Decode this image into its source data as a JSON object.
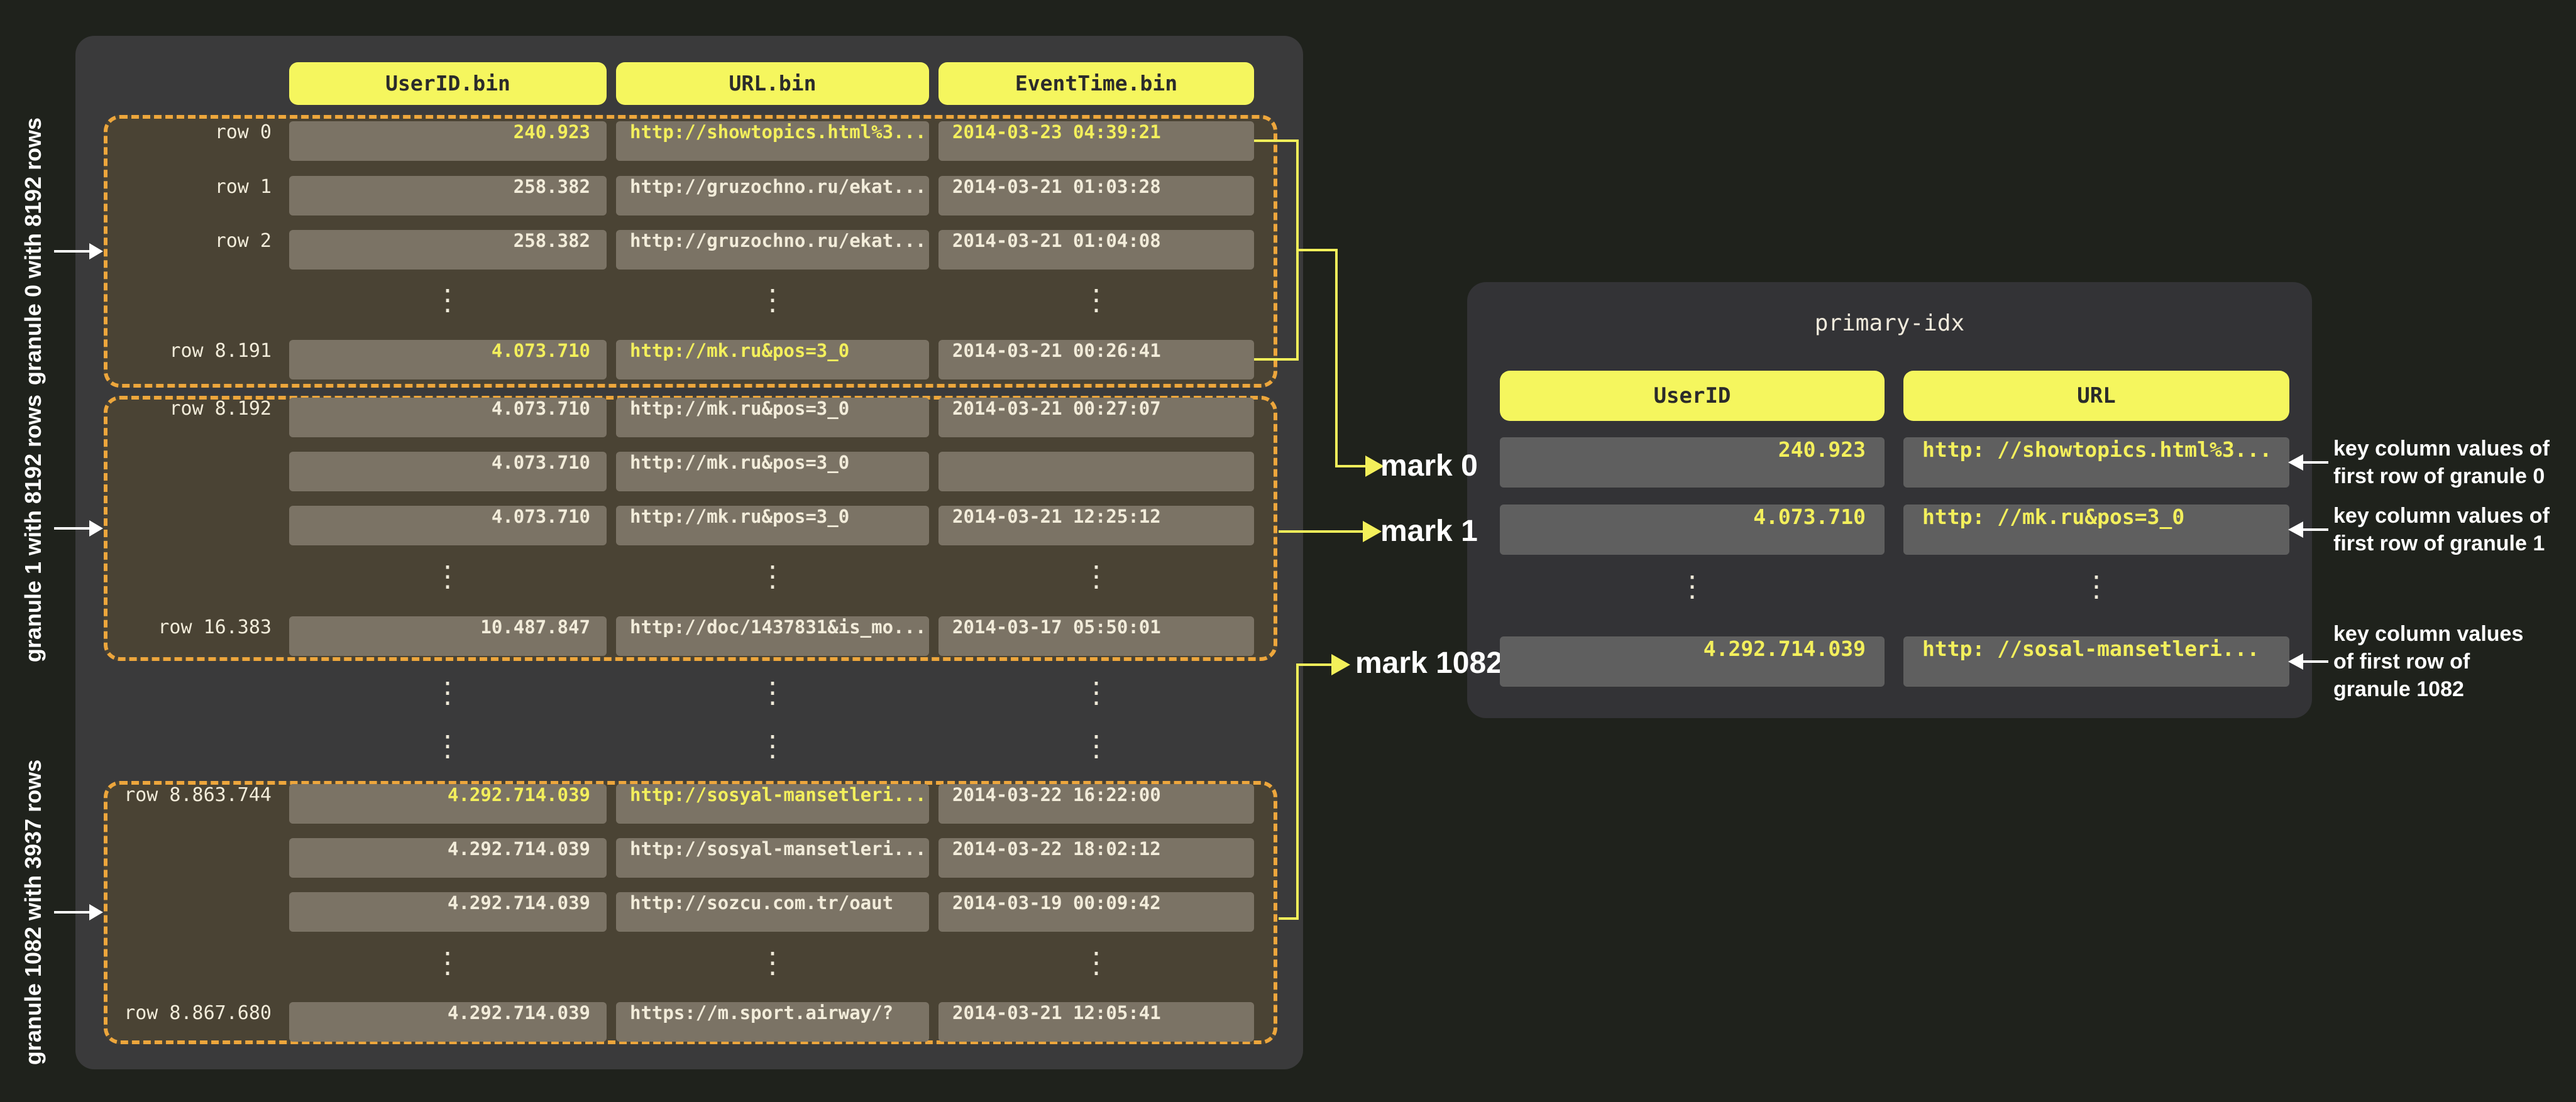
{
  "colors": {
    "background": "#1f221c",
    "panel": "#3a3a3b",
    "index_panel": "#333336",
    "granule_fill": "#4a4334",
    "granule_border": "#eda63c",
    "cell_fill": "#7b7365",
    "index_cell_fill": "#5f5f5f",
    "header_pill": "#f5f65e",
    "key_text": "#f3ef5c",
    "body_text": "#f2ecda",
    "connector": "#f3f05a",
    "annotation_text": "#ffffff"
  },
  "glyphs": {
    "vdots": "⋮"
  },
  "left_table": {
    "headers": [
      "UserID.bin",
      "URL.bin",
      "EventTime.bin"
    ],
    "granules": [
      {
        "side_label": "granule 0 with 8192 rows",
        "rows": [
          {
            "label": "row 0",
            "user_id": "240.923",
            "url": "http://showtopics.html%3...",
            "event_time": "2014-03-23 04:39:21"
          },
          {
            "label": "row 1",
            "user_id": "258.382",
            "url": "http://gruzochno.ru/ekat...",
            "event_time": "2014-03-21 01:03:28"
          },
          {
            "label": "row 2",
            "user_id": "258.382",
            "url": "http://gruzochno.ru/ekat...",
            "event_time": "2014-03-21 01:04:08"
          },
          {
            "label": "row 8.191",
            "user_id": "4.073.710",
            "url": "http://mk.ru&pos=3_0",
            "event_time": "2014-03-21 00:26:41"
          }
        ]
      },
      {
        "side_label": "granule 1 with 8192 rows",
        "rows": [
          {
            "label": "row 8.192",
            "user_id": "4.073.710",
            "url": "http://mk.ru&pos=3_0",
            "event_time": "2014-03-21 00:27:07"
          },
          {
            "label": "",
            "user_id": "4.073.710",
            "url": "http://mk.ru&pos=3_0",
            "event_time": ""
          },
          {
            "label": "",
            "user_id": "4.073.710",
            "url": "http://mk.ru&pos=3_0",
            "event_time": "2014-03-21 12:25:12"
          },
          {
            "label": "row 16.383",
            "user_id": "10.487.847",
            "url": "http://doc/1437831&is_mo...",
            "event_time": "2014-03-17 05:50:01"
          }
        ]
      },
      {
        "side_label": "granule 1082 with 3937 rows",
        "rows": [
          {
            "label": "row 8.863.744",
            "user_id": "4.292.714.039",
            "url": "http://sosyal-mansetleri...",
            "event_time": "2014-03-22 16:22:00"
          },
          {
            "label": "",
            "user_id": "4.292.714.039",
            "url": "http://sosyal-mansetleri...",
            "event_time": "2014-03-22 18:02:12"
          },
          {
            "label": "",
            "user_id": "4.292.714.039",
            "url": "http://sozcu.com.tr/oaut",
            "event_time": "2014-03-19 00:09:42"
          },
          {
            "label": "row 8.867.680",
            "user_id": "4.292.714.039",
            "url": "https://m.sport.airway/?",
            "event_time": "2014-03-21 12:05:41"
          }
        ]
      }
    ]
  },
  "marks": [
    {
      "label": "mark 0"
    },
    {
      "label": "mark 1"
    },
    {
      "label": "mark 1082"
    }
  ],
  "primary_index": {
    "title": "primary-idx",
    "headers": [
      "UserID",
      "URL"
    ],
    "rows": [
      {
        "user_id": "240.923",
        "url": "http: //showtopics.html%3..."
      },
      {
        "user_id": "4.073.710",
        "url": "http: //mk.ru&pos=3_0"
      },
      {
        "user_id": "4.292.714.039",
        "url": "http: //sosal-mansetleri..."
      }
    ],
    "annotations": [
      {
        "lines": [
          "key column values of",
          "first row of granule 0"
        ]
      },
      {
        "lines": [
          "key column values of",
          "first row of granule 1"
        ]
      },
      {
        "lines": [
          "key column values",
          "of first row of",
          "granule 1082"
        ]
      }
    ]
  }
}
